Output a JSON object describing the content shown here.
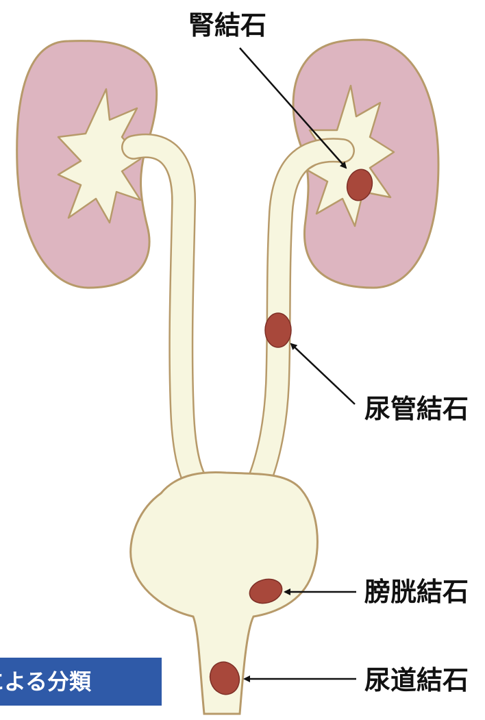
{
  "labels": {
    "kidney_stone": "腎結石",
    "ureter_stone": "尿管結石",
    "bladder_stone": "膀胱結石",
    "urethra_stone": "尿道結石"
  },
  "caption": "による分類",
  "colors": {
    "kidney": "#ddb5c0",
    "kidney_outline": "#b79a6a",
    "urinary_tract": "#f7f6df",
    "stone": "#a8483b",
    "caption_bg": "#2f5aa8"
  }
}
